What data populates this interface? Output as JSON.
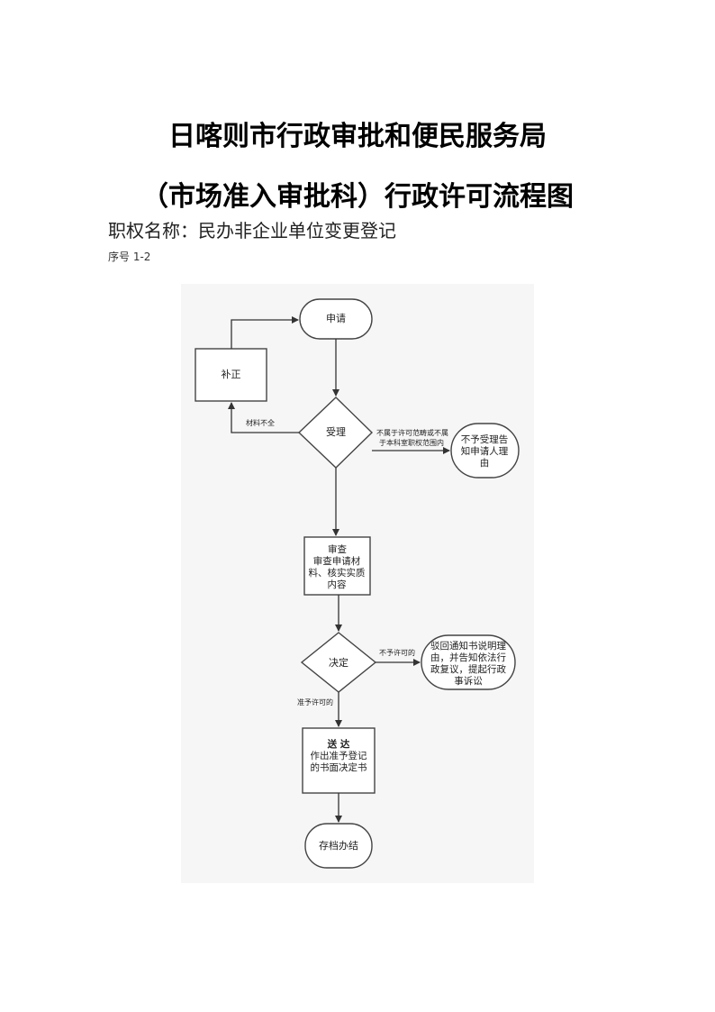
{
  "document": {
    "title_line1": "日喀则市行政审批和便民服务局",
    "title_line2": "（市场准入审批科）行政许可流程图",
    "right_name": "职权名称：民办非企业单位变更登记",
    "serial": "序号 1-2"
  },
  "flowchart": {
    "nodes": {
      "apply": "申请",
      "correct": "补正",
      "accept": "受理",
      "reject_accept": "不予受理告知申请人理由",
      "review_title": "审查",
      "review_body": "审查申请材料、核实实质内容",
      "decide": "决定",
      "reject_notice": "驳回通知书说明理由，并告知依法行政复议，提起行政事诉讼",
      "deliver_title": "送 达",
      "deliver_body": "作出准予登记的书面决定书",
      "archive": "存档办结"
    },
    "edges": {
      "incomplete": "材料不全",
      "out_of_scope_1": "不属于许可范畴或不属",
      "out_of_scope_2": "于本科室职权范围内",
      "not_permitted": "不予许可的",
      "permitted": "准予许可的"
    }
  }
}
